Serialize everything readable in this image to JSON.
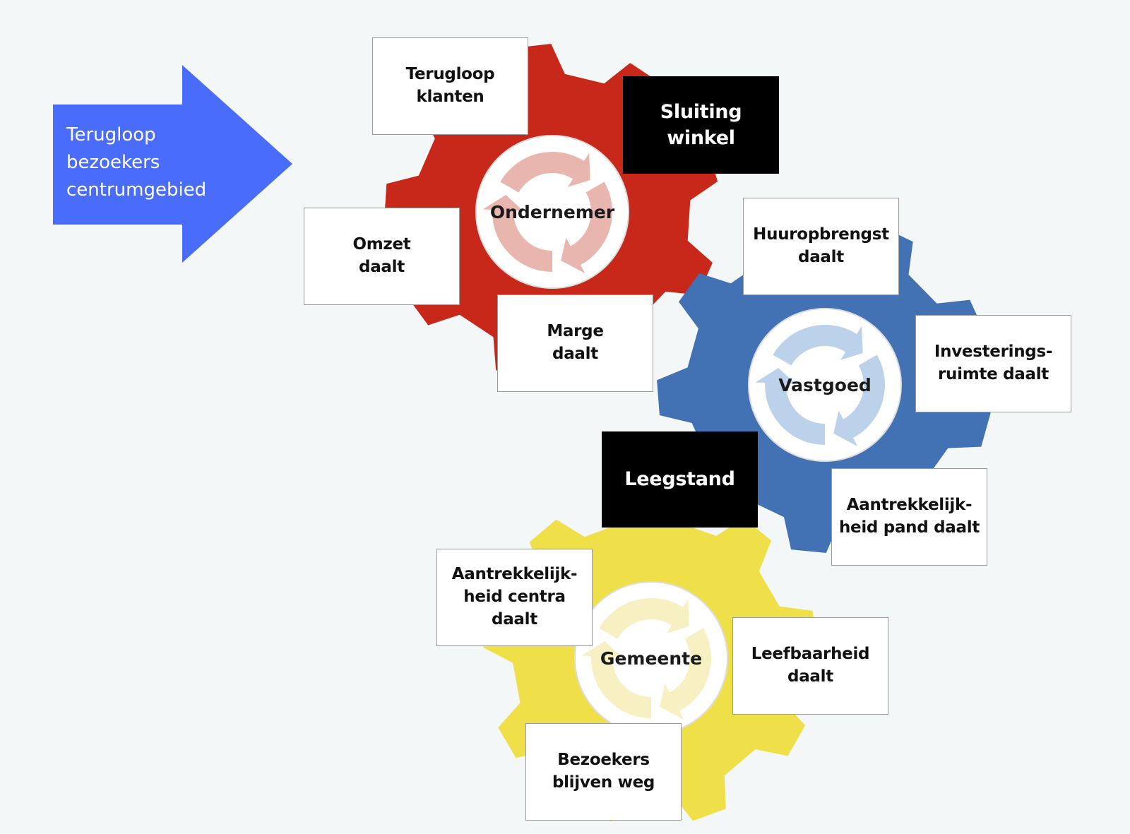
{
  "arrow": {
    "label": "Terugloop\nbezoekers\ncentrumgebied"
  },
  "gears": [
    {
      "id": "ondernemer",
      "label": "Ondernemer",
      "color": "#c8281a",
      "cycle_color": "#e8b6ae"
    },
    {
      "id": "vastgoed",
      "label": "Vastgoed",
      "color": "#4272b4",
      "cycle_color": "#bcd2ea"
    },
    {
      "id": "gemeente",
      "label": "Gemeente",
      "color": "#efe04a",
      "cycle_color": "#f6f0c2"
    }
  ],
  "boxes": {
    "terugloop_klanten": "Terugloop\nklanten",
    "sluiting_winkel": "Sluiting\nwinkel",
    "omzet_daalt": "Omzet\ndaalt",
    "marge_daalt": "Marge\ndaalt",
    "huuropbrengst_daalt": "Huuropbrengst\ndaalt",
    "investeringsruimte_daalt": "Investerings-\nruimte daalt",
    "leegstand": "Leegstand",
    "aantrekkelijkheid_pand_daalt": "Aantrekkelijk-\nheid pand daalt",
    "aantrekkelijkheid_centra_daalt": "Aantrekkelijk-\nheid centra\ndaalt",
    "leefbaarheid_daalt": "Leefbaarheid\ndaalt",
    "bezoekers_blijven_weg": "Bezoekers\nblijven weg"
  },
  "colors": {
    "arrow": "#4a6cfb",
    "background": "#f4f7f8",
    "dark_box": "#000000"
  }
}
